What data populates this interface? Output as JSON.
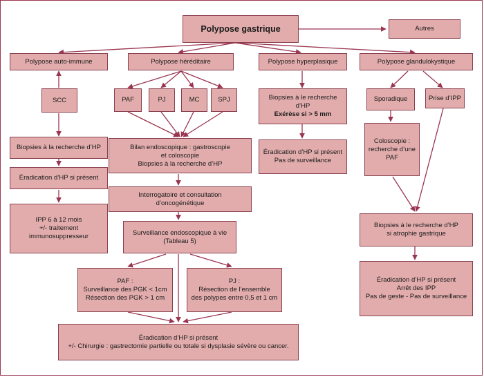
{
  "colors": {
    "box_fill": "#e2acac",
    "box_border": "#8a4050",
    "arrow": "#9a3550"
  },
  "nodes": {
    "root": "Polypose gastrique",
    "autres": "Autres",
    "auto_immune": "Polypose auto-immune",
    "hereditaire": "Polypose héréditaire",
    "hyperplasique": "Polypose hyperplasique",
    "glandulokystique": "Polypose glandulokystique",
    "scc": "SCC",
    "paf": "PAF",
    "pj": "PJ",
    "mc": "MC",
    "spj": "SPJ",
    "biopsies_ai": "Biopsies à la recherche d’HP",
    "eradication_ai": "Éradication d’HP si présent",
    "ipp": [
      "IPP 6 à 12 mois",
      "+/- traitement",
      "immunosuppresseur"
    ],
    "bilan": [
      "Bilan endoscopique : gastroscopie",
      "et coloscopie",
      "Biopsies à la recherche d’HP"
    ],
    "interrogatoire": [
      "Interrogatoire et consultation",
      "d’oncogénétique"
    ],
    "surveillance": [
      "Surveillance endoscopique à vie",
      "(Tableau 5)"
    ],
    "paf_detail": [
      "PAF :",
      "Surveillance des PGK < 1cm",
      "Résection des PGK > 1 cm"
    ],
    "pj_detail": [
      "PJ :",
      "Résection de l’ensemble",
      "des polypes entre 0,5 et 1 cm"
    ],
    "final": [
      "Éradication d’HP si présent",
      "+/- Chirurgie : gastrectomie  partielle ou totale si dysplasie sévère ou cancer."
    ],
    "biopsies_hyper": [
      "Biopsies à le recherche d’HP",
      "Exérèse si > 5 mm"
    ],
    "eradication_hyper": [
      "Éradication d’HP si présent",
      "Pas de surveillance"
    ],
    "sporadique": "Sporadique",
    "prise_ipp": "Prise d’IPP",
    "coloscopie": [
      "Coloscopie :",
      "recherche d’une",
      "PAF"
    ],
    "biopsies_glandulo": [
      "Biopsies  à le recherche d’HP",
      "si atrophie gastrique"
    ],
    "eradication_glandulo": [
      "Éradication d’HP si présent",
      "Arrêt des IPP",
      "Pas de geste - Pas de surveillance"
    ]
  }
}
